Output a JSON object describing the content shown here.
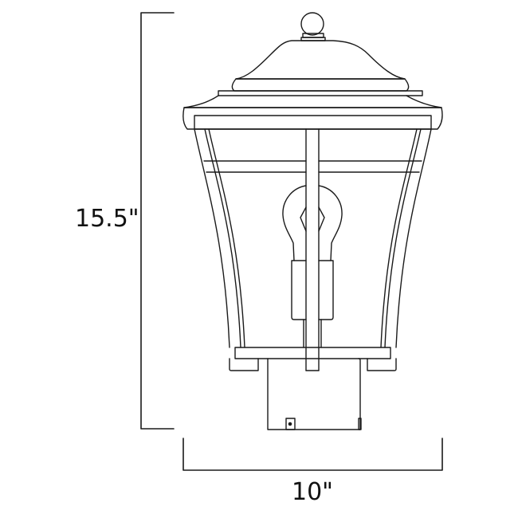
{
  "diagram": {
    "subject": "post-top lantern line drawing",
    "dimensions": {
      "height_label": "15.5\"",
      "width_label": "10\""
    },
    "colors": {
      "line": "#1a1a1a",
      "background": "#ffffff"
    }
  }
}
